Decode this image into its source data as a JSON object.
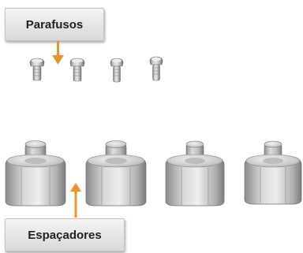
{
  "labels": {
    "screws": "Parafusos",
    "spacers": "Espaçadores"
  },
  "colors": {
    "arrow": "#f0922b",
    "metal_light": "#e4e4e4",
    "metal_mid": "#b4b4b4",
    "metal_dark": "#6f6f6f",
    "label_text": "#222222"
  },
  "counts": {
    "screws": 4,
    "spacers": 4
  }
}
